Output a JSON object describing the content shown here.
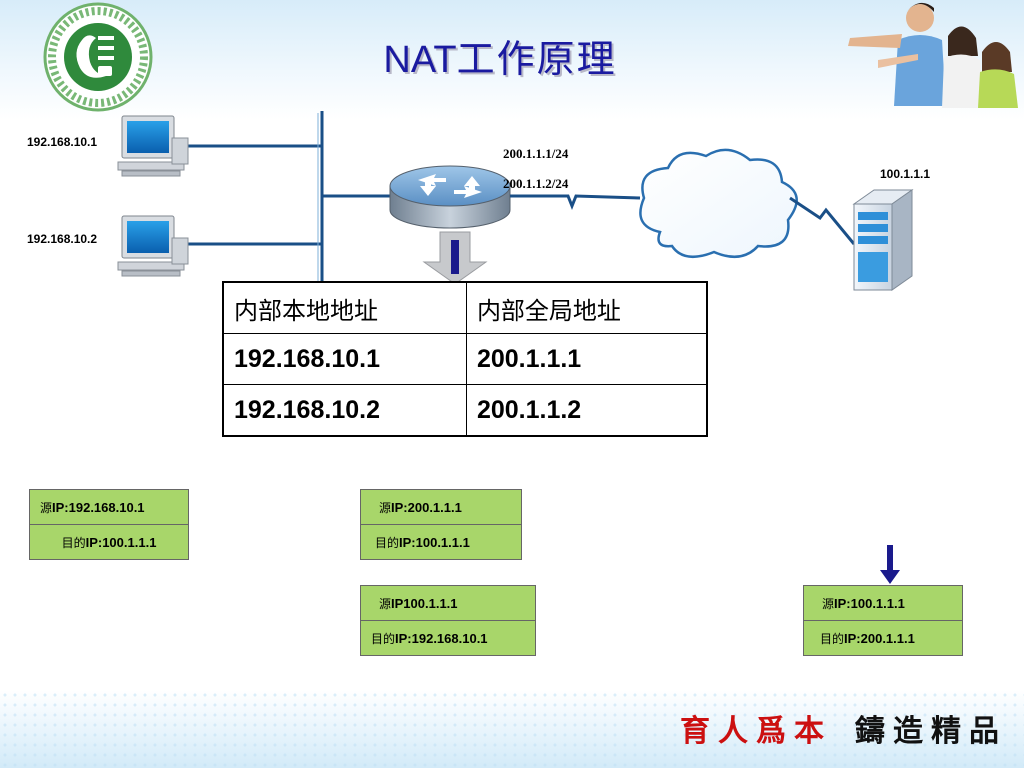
{
  "title": {
    "latin": "NAT",
    "cjk": "工作原理"
  },
  "hosts": [
    {
      "ip": "192.168.10.1"
    },
    {
      "ip": "192.168.10.2"
    }
  ],
  "router": {
    "ip_a": "200.1.1.1/24",
    "ip_b": "200.1.1.2/24"
  },
  "server": {
    "ip": "100.1.1.1"
  },
  "nat_table": {
    "headers": [
      "内部本地地址",
      "内部全局地址"
    ],
    "rows": [
      [
        "192.168.10.1",
        "200.1.1.1"
      ],
      [
        "192.168.10.2",
        "200.1.1.2"
      ]
    ]
  },
  "packets": [
    {
      "src_prefix": "源",
      "src": "IP:192.168.10.1",
      "dst_prefix": "目的",
      "dst": "IP:100.1.1.1"
    },
    {
      "src_prefix": "源",
      "src": "IP:200.1.1.1",
      "dst_prefix": "目的",
      "dst": "IP:100.1.1.1"
    },
    {
      "src_prefix": "源",
      "src": "IP100.1.1.1",
      "dst_prefix": "目的",
      "dst": "IP:192.168.10.1"
    },
    {
      "src_prefix": "源",
      "src": "IP:100.1.1.1",
      "dst_prefix": "目的",
      "dst": "IP:200.1.1.1"
    }
  ],
  "slogan": {
    "red": "育人爲本",
    "black": "鑄造精品"
  },
  "colors": {
    "title": "#1a1aa0",
    "packet_fill": "#a8d66a",
    "arrow": "#1a1a8c",
    "slogan_red": "#cc1010"
  }
}
